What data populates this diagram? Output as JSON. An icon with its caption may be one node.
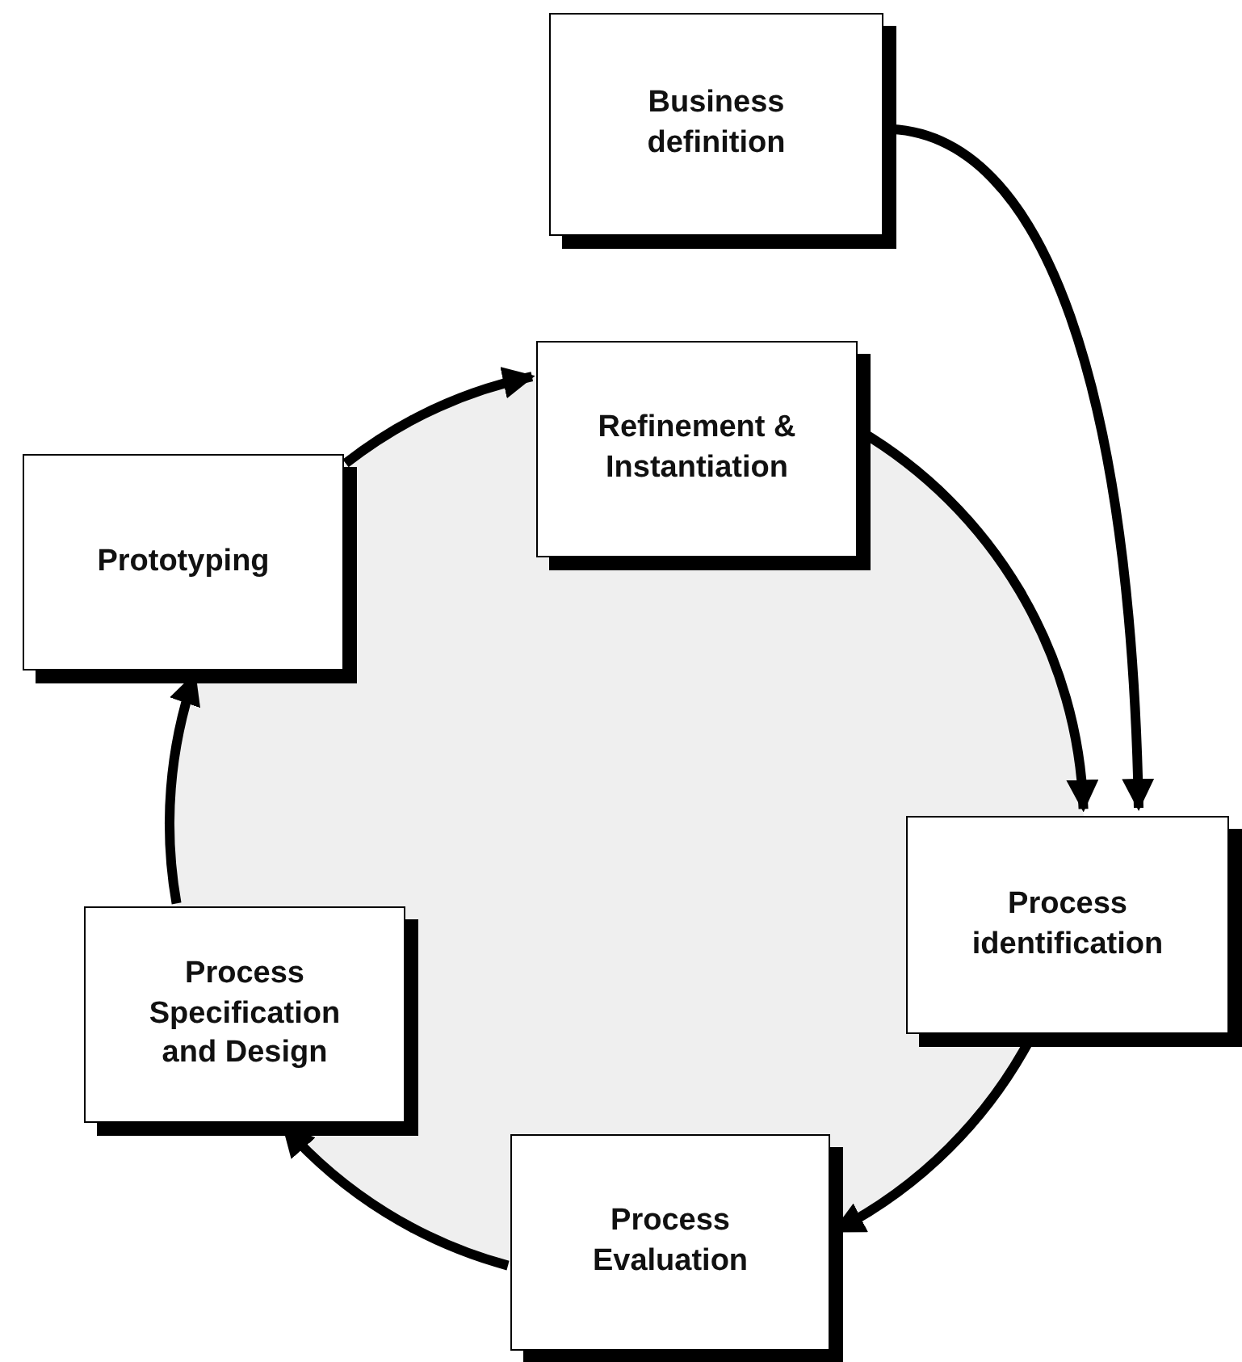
{
  "diagram": {
    "nodes": [
      {
        "text": [
          "Business definition"
        ]
      },
      {
        "text": [
          "Refinement & Instantiation"
        ]
      },
      {
        "text": [
          "Prototyping"
        ]
      },
      {
        "text": [
          "Process identification"
        ]
      },
      {
        "text": [
          "Process Evaluation"
        ]
      },
      {
        "text": [
          "Process Specification and Design"
        ]
      }
    ],
    "edges": [
      {
        "from": 0,
        "to": 3,
        "arrow": "to"
      },
      {
        "from": 1,
        "to": 3,
        "arrow": "to"
      },
      {
        "from": 3,
        "to": 4,
        "arrow": "to"
      },
      {
        "from": 4,
        "to": 5,
        "arrow": "to"
      },
      {
        "from": 5,
        "to": 2,
        "arrow": "to"
      },
      {
        "from": 2,
        "to": 1,
        "arrow": "to"
      }
    ]
  }
}
